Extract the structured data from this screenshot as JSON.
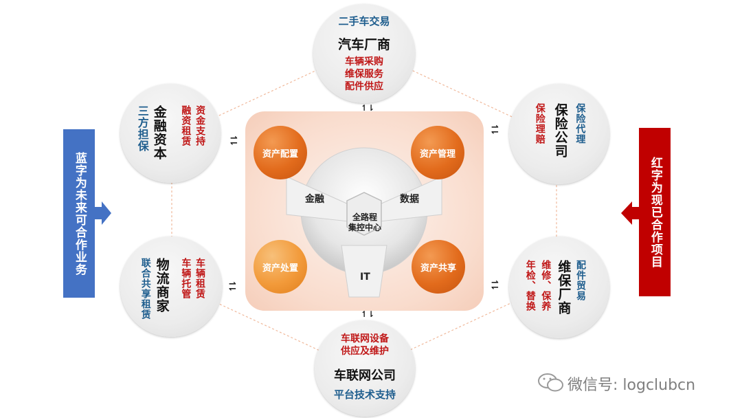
{
  "left_legend": "蓝字为未来可合作业务",
  "right_legend": "红字为现已合作项目",
  "center": {
    "hub_label": [
      "全路程",
      "集控中心"
    ],
    "segment_finance": "金融",
    "segment_data": "数据",
    "segment_it": "IT",
    "orbs": {
      "asset_config": "资产配置",
      "asset_manage": "资产管理",
      "asset_dispose": "资产处置",
      "asset_share": "资产共享"
    }
  },
  "nodes": {
    "top": {
      "blue": "二手车交易",
      "title": "汽车厂商",
      "red": [
        "车辆采购",
        "维保服务",
        "配件供应"
      ]
    },
    "top_left": {
      "blue": "三方担保",
      "title": "金融资本",
      "red": [
        "资金支持",
        "融资租赁"
      ]
    },
    "top_right": {
      "title": "保险公司",
      "red": "保险理赔",
      "blue": "保险代理"
    },
    "bottom_left": {
      "blue": "联合共享租赁",
      "title": "物流商家",
      "red": [
        "车辆租赁",
        "车辆托管"
      ]
    },
    "bottom_right": {
      "red": [
        "年检、替换",
        "维修、保养"
      ],
      "title": "维保厂商",
      "blue": "配件贸易"
    },
    "bottom": {
      "red": [
        "车联网设备",
        "供应及维护"
      ],
      "title": "车联网公司",
      "blue": "平台技术支持"
    }
  },
  "watermark": "微信号: logclubcn",
  "colors": {
    "blue_box": "#4472c4",
    "red_box": "#c00000",
    "orb_dark": "#e26b1c",
    "orb_light": "#f29a3a",
    "text_red": "#c01818",
    "text_blue": "#1f5e8e",
    "panel": "#f9dccd",
    "hex_line": "#f0b89a"
  }
}
